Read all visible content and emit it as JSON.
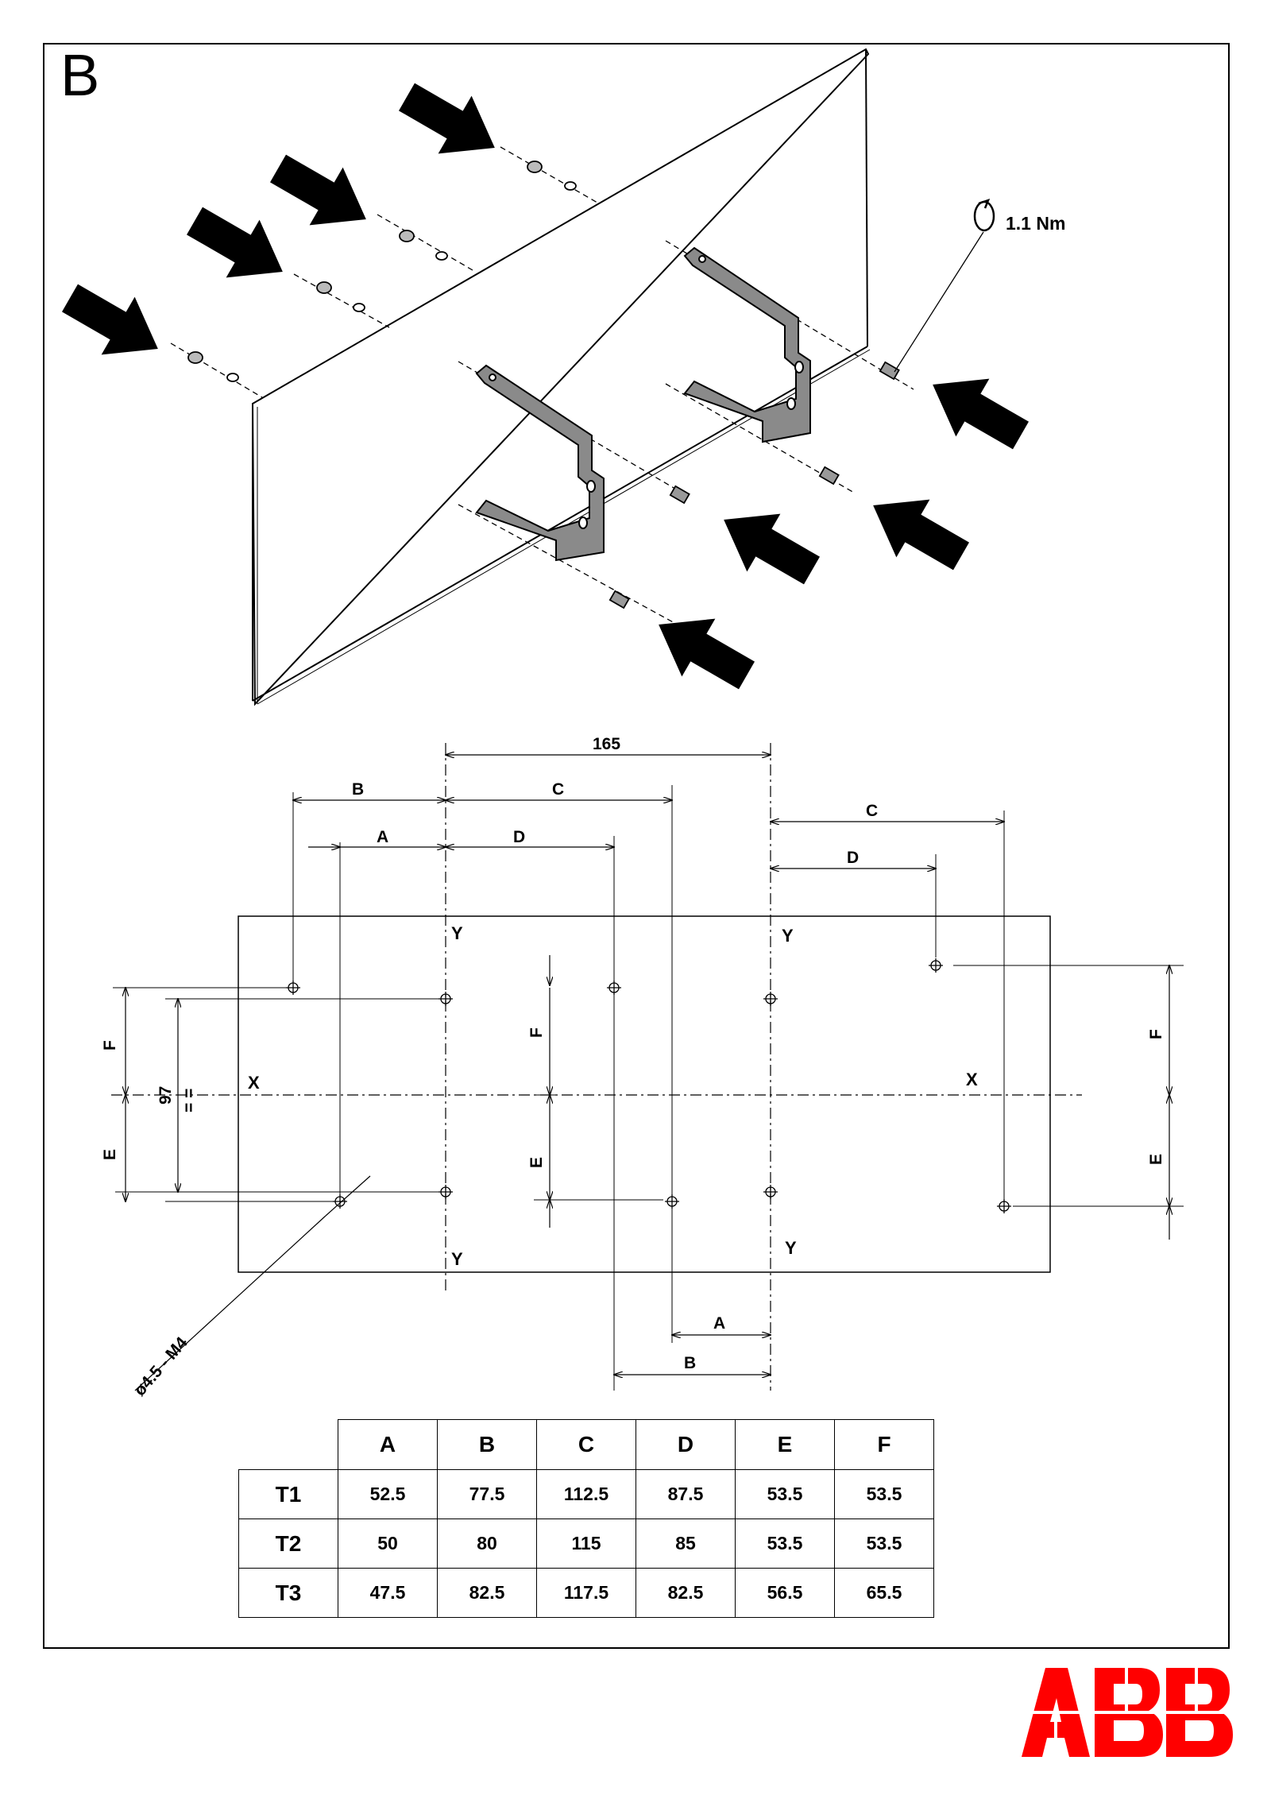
{
  "sheet": {
    "letter": "B"
  },
  "torque": {
    "label": "1.1 Nm"
  },
  "drawing": {
    "overall_dimension": "165",
    "hole_spec": "ø4.5 - M4",
    "spacing_label": "97",
    "equal_marks": "= =",
    "axis_labels": {
      "x_left": "X",
      "x_right": "X",
      "y": "Y"
    },
    "dim_letters": {
      "a": "A",
      "b": "B",
      "c": "C",
      "d": "D",
      "e": "E",
      "f": "F"
    }
  },
  "table": {
    "columns": [
      "A",
      "B",
      "C",
      "D",
      "E",
      "F"
    ],
    "rows": [
      {
        "label": "T1",
        "values": [
          "52.5",
          "77.5",
          "112.5",
          "87.5",
          "53.5",
          "53.5"
        ]
      },
      {
        "label": "T2",
        "values": [
          "50",
          "80",
          "115",
          "85",
          "53.5",
          "53.5"
        ]
      },
      {
        "label": "T3",
        "values": [
          "47.5",
          "82.5",
          "117.5",
          "82.5",
          "56.5",
          "65.5"
        ]
      }
    ]
  },
  "brand": {
    "logo_text": "ABB",
    "color": "#ff0000"
  }
}
